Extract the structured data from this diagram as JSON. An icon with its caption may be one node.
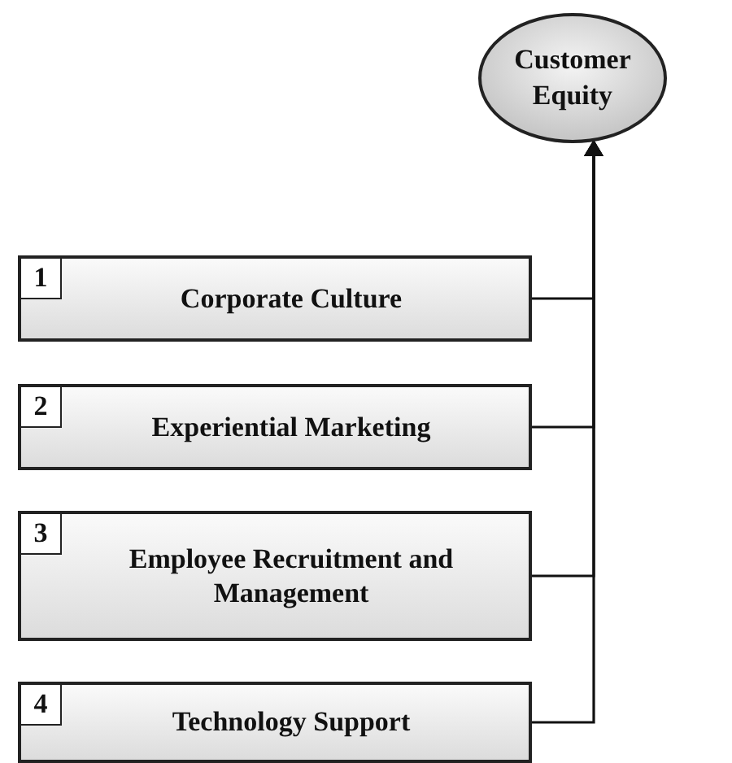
{
  "diagram": {
    "nodes": [
      {
        "text": [
          "Customer Equity"
        ]
      },
      {
        "text": [
          "1",
          "Corporate Culture"
        ]
      },
      {
        "text": [
          "2",
          "Experiential Marketing"
        ]
      },
      {
        "text": [
          "3",
          "Employee Recruitment and Management"
        ]
      },
      {
        "text": [
          "4",
          "Technology Support"
        ]
      }
    ],
    "edges": [
      {
        "from": 1,
        "to": 0,
        "arrow": "to"
      },
      {
        "from": 2,
        "to": 0,
        "arrow": "to"
      },
      {
        "from": 3,
        "to": 0,
        "arrow": "to"
      },
      {
        "from": 4,
        "to": 0,
        "arrow": "to"
      }
    ]
  }
}
